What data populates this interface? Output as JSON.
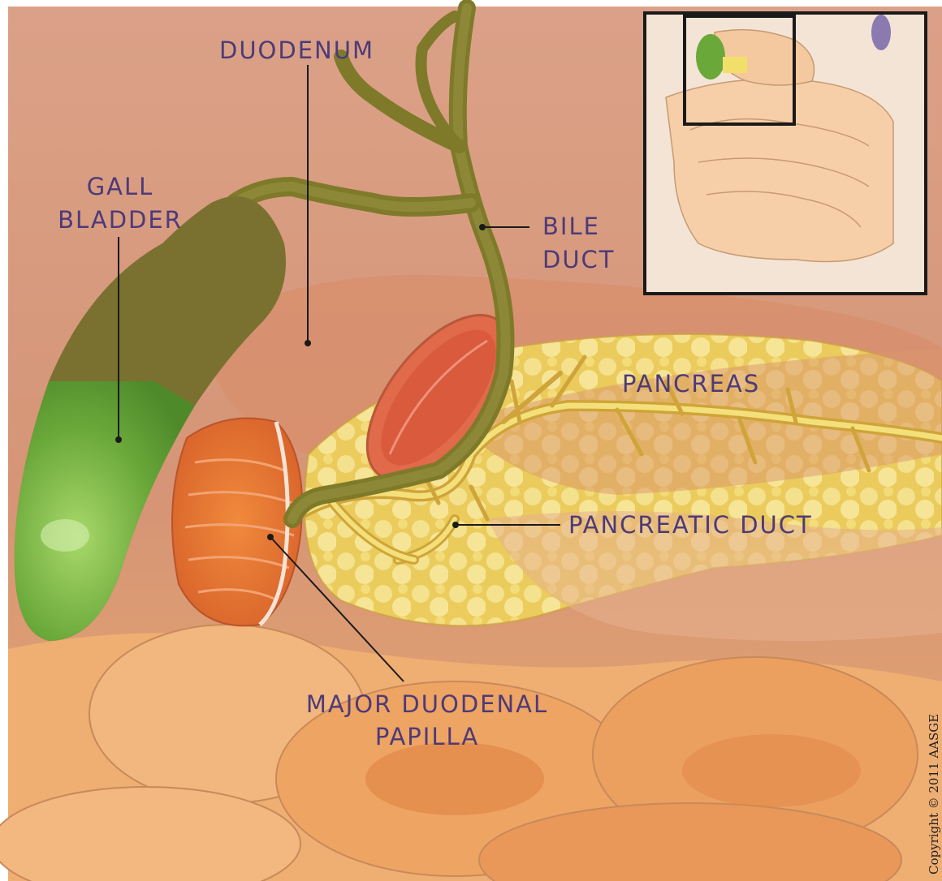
{
  "title": "",
  "labels": {
    "duodenum": "DUODENUM",
    "gall_bladder_1": "GALL",
    "gall_bladder_2": "BLADDER",
    "bile_duct_1": "BILE",
    "bile_duct_2": "DUCT",
    "pancreas": "PANCREAS",
    "pancreatic_duct": "PANCREATIC DUCT",
    "papilla_1": "MAJOR DUODENAL",
    "papilla_2": "PAPILLA"
  },
  "copyright": "Copyright © 2011 AASGE",
  "colors": {
    "label_text": "#4d3a78",
    "gallbladder_green": "#6fae3a",
    "bile_olive": "#7c7a2c",
    "pancreas_yellow": "#f2df6a",
    "duodenum_orange": "#e07a3a",
    "background_tissue": "#d9997a"
  }
}
